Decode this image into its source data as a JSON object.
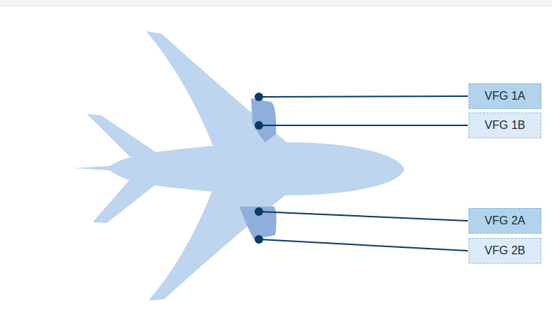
{
  "diagram": {
    "nodes": [
      {
        "text": [
          "VFG 1A"
        ]
      },
      {
        "text": [
          "VFG 1B"
        ]
      },
      {
        "text": [
          "VFG 2A"
        ]
      },
      {
        "text": [
          "VFG 2B"
        ]
      }
    ]
  }
}
